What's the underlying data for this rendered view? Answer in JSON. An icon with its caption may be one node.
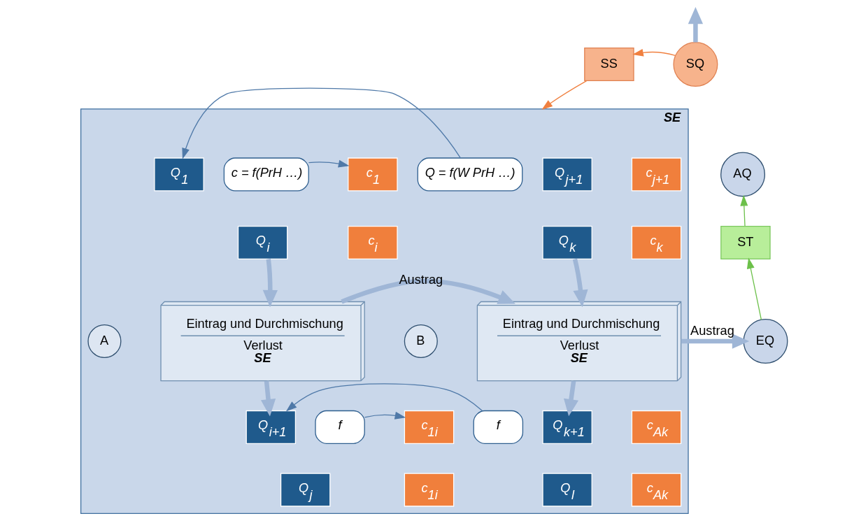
{
  "diagram": {
    "nodes": [
      {
        "text": [
          "SE"
        ]
      },
      {
        "text": [
          "Q = f(W PrH …)"
        ],
        "in": 0
      },
      {
        "text": [
          "Q$_{1}$"
        ],
        "in": 0
      },
      {
        "text": [
          "c$_{1}$"
        ],
        "in": 0
      },
      {
        "text": [
          "c = f(PrH …)"
        ],
        "in": 0
      },
      {
        "text": [
          "Q$_{i}$"
        ],
        "in": 0
      },
      {
        "text": [
          "c$_{i}$"
        ],
        "in": 0
      },
      {
        "text": [
          "Q$_{j+1}$"
        ],
        "in": 0
      },
      {
        "text": [
          "c$_{j+1}$"
        ],
        "in": 0
      },
      {
        "text": [
          "Q$_{k}$"
        ],
        "in": 0
      },
      {
        "text": [
          "c$_{k}$"
        ],
        "in": 0
      },
      {
        "text": [
          "A"
        ],
        "in": 0
      },
      {
        "text": [
          "Eintrag und Durchmischung",
          "Verlust",
          "SE"
        ],
        "in": 0
      },
      {
        "text": [
          "B"
        ],
        "in": 0
      },
      {
        "text": [
          "Eintrag und Durchmischung",
          "Verlust",
          "SE"
        ],
        "in": 0
      },
      {
        "text": [
          "f"
        ],
        "in": 0
      },
      {
        "text": [
          "Q$_{i+1}$"
        ],
        "in": 0
      },
      {
        "text": [
          "c$_{1i}$"
        ],
        "in": 0
      },
      {
        "text": [
          "f"
        ],
        "in": 0
      },
      {
        "text": [
          "Q$_{j}$"
        ],
        "in": 0
      },
      {
        "text": [
          "c$_{1i}$"
        ],
        "in": 0
      },
      {
        "text": [
          "Q$_{k+1}$"
        ],
        "in": 0
      },
      {
        "text": [
          "c$_{Ak}$"
        ],
        "in": 0
      },
      {
        "text": [
          "Q$_{l}$"
        ],
        "in": 0
      },
      {
        "text": [
          "c$_{Ak}$"
        ],
        "in": 0
      },
      {
        "text": [
          "SS"
        ]
      },
      {
        "text": [
          "SQ"
        ]
      },
      {
        "text": [
          "AQ"
        ]
      },
      {
        "text": [
          "ST"
        ]
      },
      {
        "text": [
          "EQ"
        ]
      }
    ],
    "edges": [
      {
        "from": 1,
        "to": 2,
        "arrow": "to"
      },
      {
        "from": 4,
        "to": 3,
        "arrow": "to"
      },
      {
        "from": 5,
        "to": 12,
        "arrow": "to",
        "style": "thick"
      },
      {
        "from": 12,
        "to": 14,
        "arrow": "to",
        "style": "thick",
        "label": "Austrag"
      },
      {
        "from": 9,
        "to": 14,
        "arrow": "to",
        "style": "thick"
      },
      {
        "from": 12,
        "to": 16,
        "arrow": "to",
        "style": "thick"
      },
      {
        "from": 14,
        "to": 21,
        "arrow": "to",
        "style": "thick"
      },
      {
        "from": 14,
        "to": 29,
        "arrow": "to",
        "style": "thick",
        "label": "Austrag"
      },
      {
        "from": 15,
        "to": 16,
        "arrow": "to"
      },
      {
        "from": 18,
        "to": 17,
        "arrow": "to"
      },
      {
        "from": 29,
        "to": 28,
        "arrow": "to",
        "color": "#6cc04a"
      },
      {
        "from": 28,
        "to": 27,
        "arrow": "to",
        "color": "#6cc04a"
      },
      {
        "from": 26,
        "to": 25,
        "arrow": "to",
        "color": "#f08040"
      },
      {
        "from": 25,
        "to": 0,
        "arrow": "to",
        "color": "#f08040"
      },
      {
        "from": 26,
        "to": null,
        "arrow": "to",
        "style": "thick"
      }
    ]
  }
}
